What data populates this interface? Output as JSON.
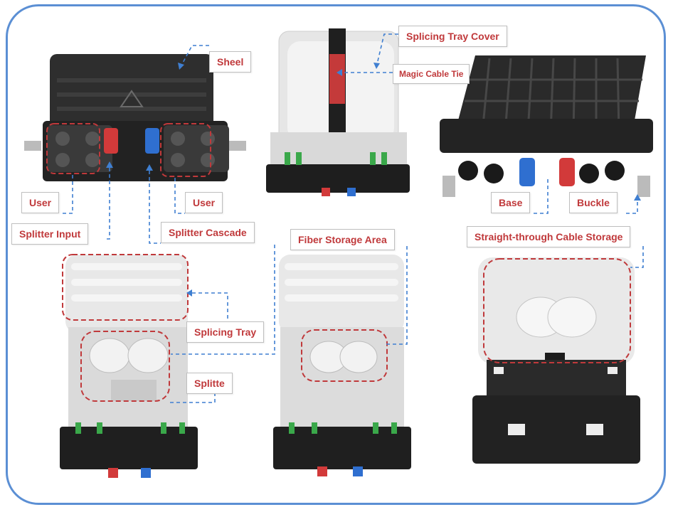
{
  "labels": {
    "sheel": "Sheel",
    "splicing_tray_cover": "Splicing Tray Cover",
    "magic_cable_tie": "Magic Cable Tie",
    "user_left": "User",
    "user_right": "User",
    "splitter_input": "Splitter Input",
    "splitter_cascade": "Splitter Cascade",
    "base": "Base",
    "buckle": "Buckle",
    "fiber_storage_area": "Fiber Storage Area",
    "straight_through_cable_storage": "Straight-through Cable Storage",
    "splicing_tray": "Splicing Tray",
    "splitte": "Splitte"
  },
  "colors": {
    "frame": "#5b8fd4",
    "label_text": "#c0393b",
    "leader_line": "#3f7fd1",
    "region_outline": "#c0393b",
    "closure_body": "#2b2b2b",
    "tray_white": "#e9e9e9",
    "port_red": "#d23a3a",
    "port_blue": "#2f6fd0"
  }
}
